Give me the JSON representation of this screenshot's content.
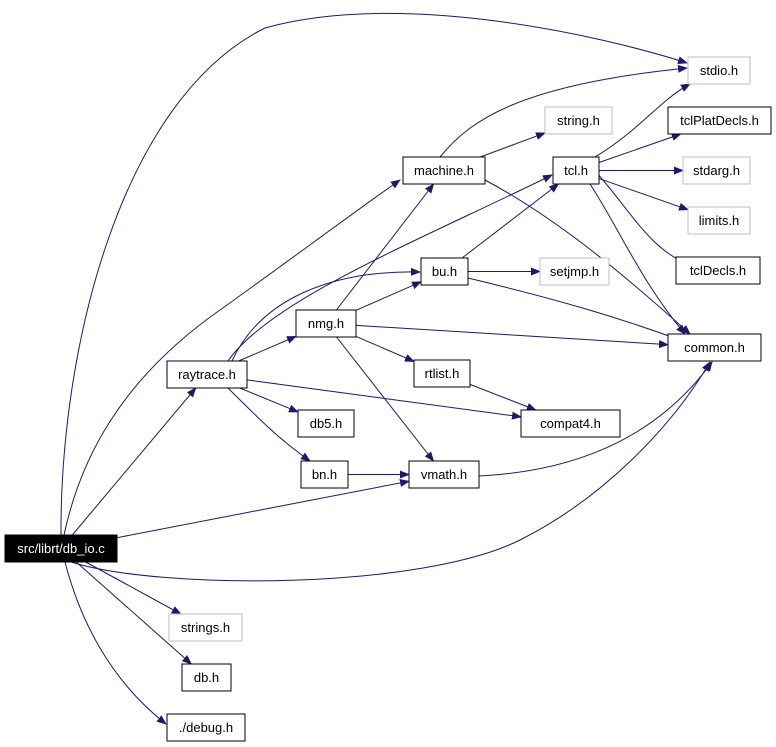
{
  "diagram": {
    "colors": {
      "edge": "#191970",
      "node_border": "#000000",
      "external_border": "#bfbfbf",
      "root_fill": "#000000",
      "root_text": "#ffffff"
    },
    "nodes": {
      "root": "src/librt/db_io.c",
      "stdio": "stdio.h",
      "string": "string.h",
      "tclPlatDecls": "tclPlatDecls.h",
      "machine": "machine.h",
      "tcl": "tcl.h",
      "stdarg": "stdarg.h",
      "limits": "limits.h",
      "tclDecls": "tclDecls.h",
      "bu": "bu.h",
      "setjmp": "setjmp.h",
      "nmg": "nmg.h",
      "common": "common.h",
      "raytrace": "raytrace.h",
      "rtlist": "rtlist.h",
      "db5": "db5.h",
      "compat4": "compat4.h",
      "bn": "bn.h",
      "vmath": "vmath.h",
      "strings": "strings.h",
      "db": "db.h",
      "debug": "./debug.h"
    },
    "edges": [
      [
        "root",
        "stdio"
      ],
      [
        "root",
        "machine"
      ],
      [
        "root",
        "raytrace"
      ],
      [
        "root",
        "vmath"
      ],
      [
        "root",
        "common"
      ],
      [
        "root",
        "strings"
      ],
      [
        "root",
        "db"
      ],
      [
        "root",
        "debug"
      ],
      [
        "machine",
        "stdio"
      ],
      [
        "machine",
        "string"
      ],
      [
        "machine",
        "common"
      ],
      [
        "tcl",
        "stdio"
      ],
      [
        "tcl",
        "tclPlatDecls"
      ],
      [
        "tcl",
        "stdarg"
      ],
      [
        "tcl",
        "limits"
      ],
      [
        "tcl",
        "tclDecls"
      ],
      [
        "tcl",
        "common"
      ],
      [
        "bu",
        "tcl"
      ],
      [
        "bu",
        "setjmp"
      ],
      [
        "bu",
        "common"
      ],
      [
        "nmg",
        "machine"
      ],
      [
        "nmg",
        "bu"
      ],
      [
        "nmg",
        "common"
      ],
      [
        "nmg",
        "rtlist"
      ],
      [
        "nmg",
        "vmath"
      ],
      [
        "raytrace",
        "tcl"
      ],
      [
        "raytrace",
        "bu"
      ],
      [
        "raytrace",
        "nmg"
      ],
      [
        "raytrace",
        "db5"
      ],
      [
        "raytrace",
        "compat4"
      ],
      [
        "raytrace",
        "bn"
      ],
      [
        "rtlist",
        "compat4"
      ],
      [
        "bn",
        "vmath"
      ],
      [
        "vmath",
        "common"
      ]
    ]
  }
}
